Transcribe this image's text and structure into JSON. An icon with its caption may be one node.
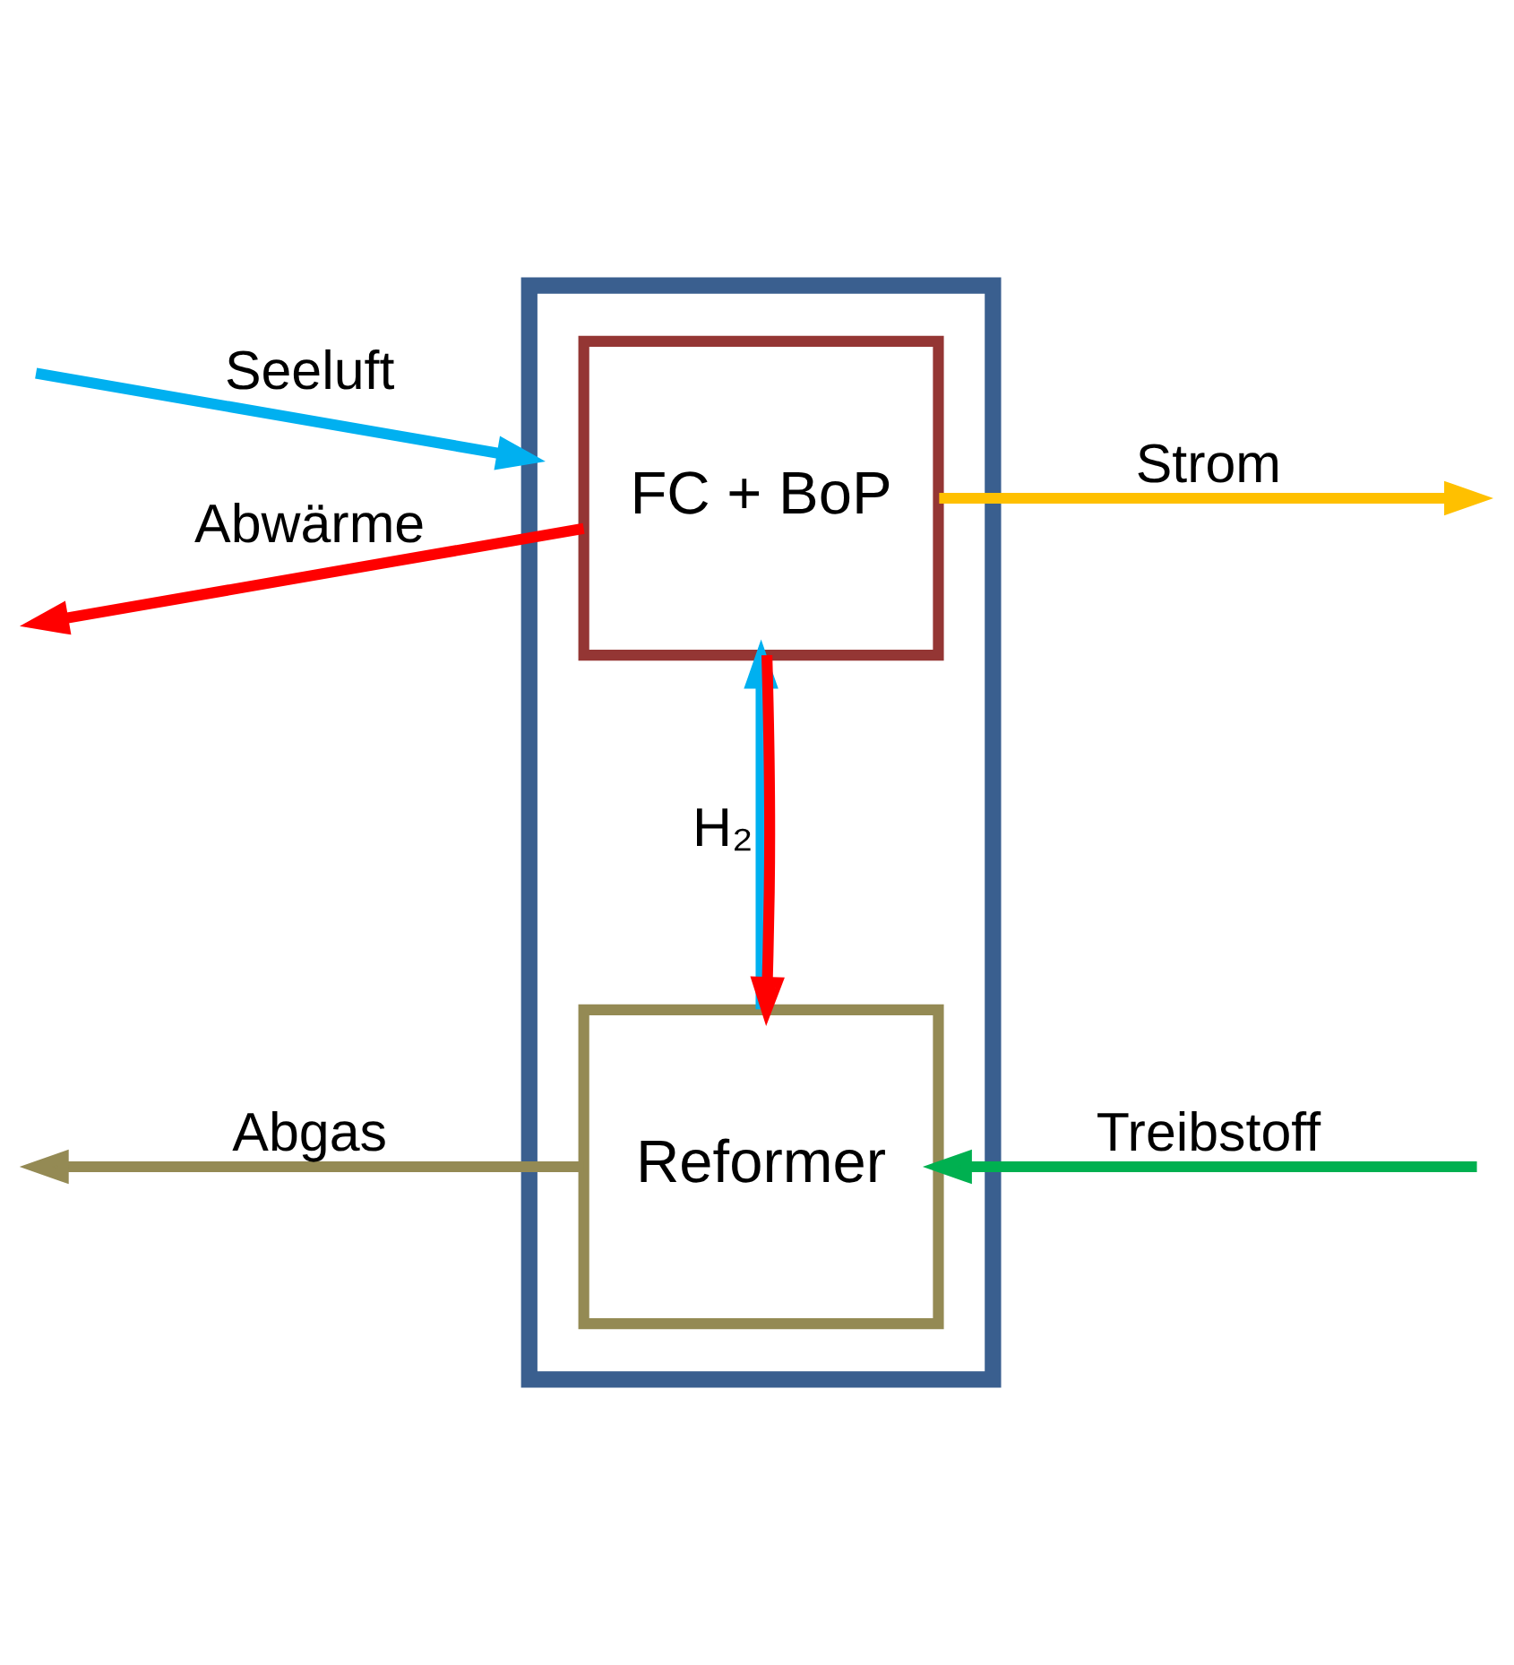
{
  "diagram": {
    "nodes": [
      {
        "text": [],
        "shape": "box"
      },
      {
        "text": [
          "FC + BoP"
        ],
        "in": 0
      },
      {
        "text": [
          "Reformer"
        ],
        "in": 0
      }
    ],
    "edges": [
      {
        "from": null,
        "to": 0,
        "arrow": "to",
        "label": "Seeluft",
        "color": "#00b0f0"
      },
      {
        "from": 1,
        "to": null,
        "arrow": "to",
        "label": "Abwärme",
        "color": "#ff0000"
      },
      {
        "from": 1,
        "to": null,
        "arrow": "to",
        "label": "Strom",
        "color": "#ffc000"
      },
      {
        "from": 2,
        "to": 1,
        "arrow": "to",
        "label": "H₂",
        "color": "#00b0f0"
      },
      {
        "from": 1,
        "to": 2,
        "arrow": "to",
        "color": "#ff0000"
      },
      {
        "from": 2,
        "to": null,
        "arrow": "to",
        "label": "Abgas",
        "color": "#948a54"
      },
      {
        "from": null,
        "to": 2,
        "arrow": "to",
        "label": "Treibstoff",
        "color": "#00b050"
      }
    ]
  }
}
